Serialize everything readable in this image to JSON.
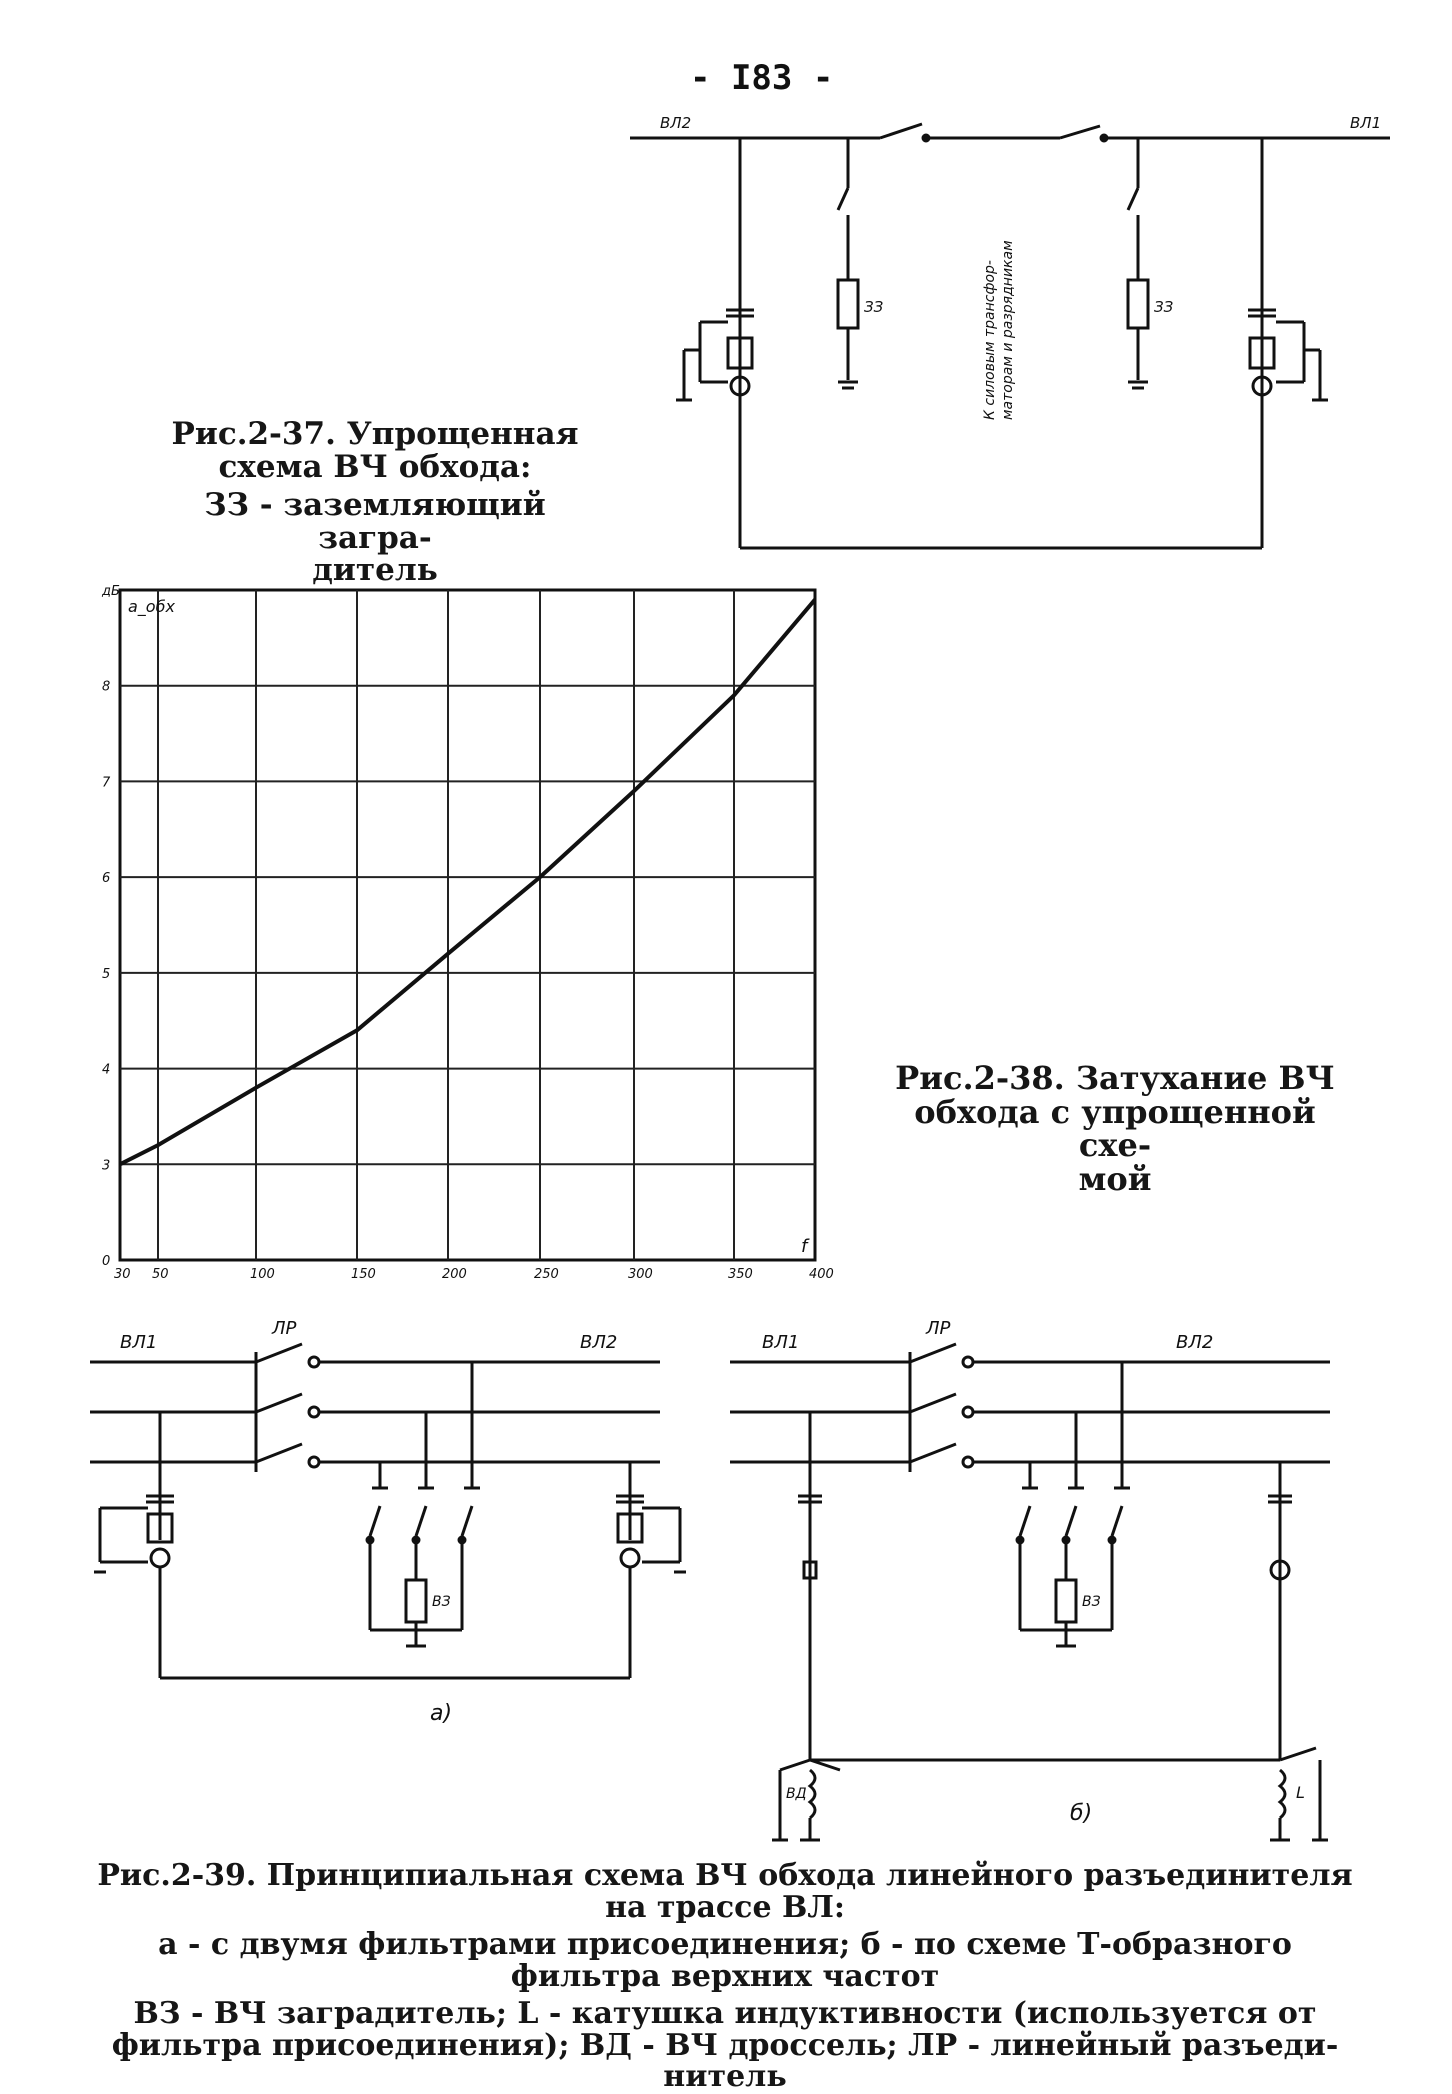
{
  "page_number": "- I83 -",
  "fig37": {
    "caption_lines": [
      "Рис.2-37. Упрощенная",
      "схема ВЧ обхода:"
    ],
    "legend_lines": [
      "ЗЗ - заземляющий загра-",
      "дитель"
    ],
    "labels": {
      "line_left": "ВЛ2",
      "line_right": "ВЛ1",
      "grounding_left": "ЗЗ",
      "grounding_right": "ЗЗ",
      "vertical_note_1": "К силовым трансфор-",
      "vertical_note_2": "маторам и разрядникам"
    }
  },
  "fig38": {
    "caption_lines": [
      "Рис.2-38. Затухание ВЧ",
      "обхода с упрощенной схе-",
      "мой"
    ]
  },
  "chart_data": {
    "type": "line",
    "title": "",
    "ylabel": "a_обх",
    "xlabel": "f",
    "x_ticks": [
      "30",
      "50",
      "100",
      "150",
      "200",
      "250",
      "300",
      "350",
      "400"
    ],
    "y_ticks": [
      "дБ",
      "8",
      "7",
      "6",
      "5",
      "4",
      "3",
      "0"
    ],
    "x_positions_values": [
      30,
      50,
      100,
      150,
      200,
      250,
      300,
      350,
      400
    ],
    "series": [
      {
        "x": [
          30,
          50,
          100,
          150,
          200,
          250,
          300,
          350,
          400
        ],
        "y": [
          3.0,
          3.2,
          3.8,
          4.4,
          5.2,
          6.0,
          6.9,
          7.9,
          8.9
        ]
      }
    ],
    "grid": true
  },
  "fig39": {
    "caption_lines": [
      "Рис.2-39. Принципиальная схема ВЧ обхода линейного разъединителя",
      "на трассе ВЛ:"
    ],
    "legend_a": "а - с двумя фильтрами присоединения; б - по схеме Т-образного",
    "legend_a2": "фильтра верхних частот",
    "legend_b": "ВЗ - ВЧ заградитель; L - катушка индуктивности (используется от",
    "legend_b2": "фильтра присоединения); ВД - ВЧ дроссель; ЛР - линейный разъеди-",
    "legend_b3": "нитель",
    "labels": {
      "a_line_left": "ВЛ1",
      "a_disconnector": "ЛР",
      "a_line_right": "ВЛ2",
      "a_ground": "ВЗ",
      "a_sub": "а)",
      "b_line_left": "ВЛ1",
      "b_disconnector": "ЛР",
      "b_line_right": "ВЛ2",
      "b_ground": "ВЗ",
      "b_choke": "ВД",
      "b_inductor": "L",
      "b_sub": "б)"
    }
  }
}
